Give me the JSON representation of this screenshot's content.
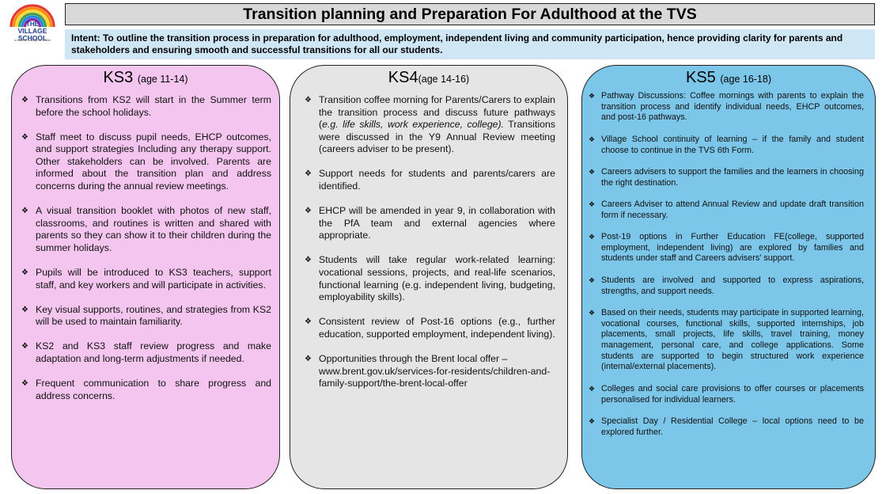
{
  "logo": {
    "line1": "THE",
    "line2": "VILLAGE SCHOOL",
    "tagline": "a believe college at a wild"
  },
  "title": "Transition planning and Preparation For Adulthood  at the TVS",
  "intent": "Intent: To outline the transition process in preparation for adulthood, employment, independent living and community participation, hence providing clarity for parents and stakeholders and ensuring smooth and successful transitions for all our students.",
  "colors": {
    "ks3_bg": "#f4c6ef",
    "ks4_bg": "#e5e5e5",
    "ks5_bg": "#7cc6ea",
    "intent_bg": "#cfe7f5",
    "title_bg": "#d9d9d9"
  },
  "bullet_icon": "four-diamond-bullet",
  "bullet_glyph": "❖",
  "ks3": {
    "heading": "KS3",
    "age": "(age 11-14)",
    "items": [
      "Transitions from KS2 will start in the Summer term before the school holidays.",
      "Staff meet to discuss pupil needs, EHCP outcomes, and support strategies Including any therapy support. Other stakeholders can be involved. Parents are informed about the transition plan and address concerns during the annual review meetings.",
      "A visual transition booklet with photos of new staff, classrooms, and routines is written and shared with parents so they can show it to their children during the summer holidays.",
      "Pupils will be introduced to KS3 teachers, support staff, and key workers and will participate in activities.",
      "Key visual supports, routines, and strategies from KS2 will be used to maintain familiarity.",
      "KS2 and KS3 staff review progress and make adaptation and long-term adjustments if needed.",
      "Frequent communication to share progress and address concerns."
    ]
  },
  "ks4": {
    "heading": "KS4",
    "age": "(age 14-16)",
    "item1_before": "Transition coffee morning for Parents/Carers to explain the transition process and discuss future pathways (",
    "item1_italic": "e.g. life skills, work experience, college).",
    "item1_after": " Transitions were discussed in the Y9 Annual Review meeting (careers adviser to be present).",
    "items": [
      "Support needs for students and parents/carers are identified.",
      "EHCP will be amended in year 9, in collaboration with the PfA team and external agencies where appropriate.",
      "Students will take regular work-related learning: vocational sessions, projects, and real-life scenarios, functional learning (e.g. independent living, budgeting, employability skills).",
      "Consistent review of Post-16 options (e.g., further education, supported employment, independent living).",
      "Opportunities through the Brent local offer – www.brent.gov.uk/services-for-residents/children-and-family-support/the-brent-local-offer"
    ]
  },
  "ks5": {
    "heading": "KS5",
    "age": "(age 16-18)",
    "items": [
      "Pathway Discussions: Coffee mornings with parents to explain the transition process and identify individual needs, EHCP outcomes, and post-16 pathways.",
      "Village School continuity of learning – if the family and student choose to continue in the TVS 6th Form.",
      "Careers advisers to support the families and the learners in choosing the right destination.",
      "Careers Adviser to attend Annual Review and update draft transition form if necessary.",
      "Post-19 options in Further Education FE(college, supported employment, independent living) are explored by families and students under staff and Careers advisers' support.",
      "Students are involved and supported to express aspirations, strengths, and support needs.",
      "Based on their needs, students may participate in supported learning, vocational courses, functional skills, supported internships, job placements, small projects, life skills, travel training, money management, personal care, and college applications. Some students are supported to begin structured work experience (internal/external placements).",
      "Colleges and social care provisions to offer courses or placements personalised for individual learners.",
      "Specialist Day / Residential College – local options need to be explored further."
    ]
  }
}
